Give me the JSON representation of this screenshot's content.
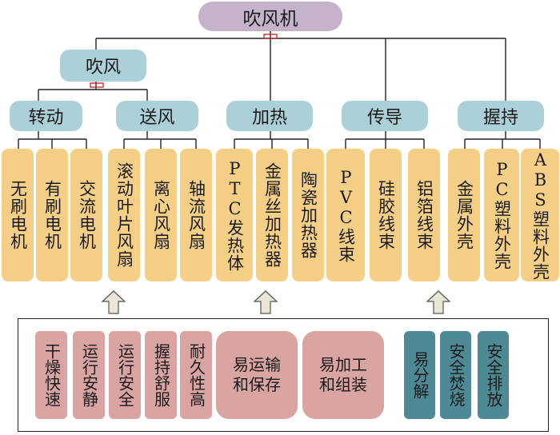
{
  "root": "吹风机",
  "group_blow": "吹风",
  "categories": {
    "rotate": "转动",
    "air": "送风",
    "heat": "加热",
    "conduct": "传导",
    "grip": "握持"
  },
  "leaves": {
    "brushless": "无刷电机",
    "brushed": "有刷电机",
    "ac": "交流电机",
    "scroll": "滚动叶片风扇",
    "centrifugal": "离心风扇",
    "axial": "轴流风扇",
    "ptc": "PTC发热体",
    "wire_heater": "金属丝加热器",
    "ceramic": "陶瓷加热器",
    "pvc": "PVC线束",
    "silicone": "硅胶线束",
    "foil": "铝箔线束",
    "metal_shell": "金属外壳",
    "pc_shell": "PC塑料外壳",
    "abs_shell": "ABS塑料外壳"
  },
  "advantages": {
    "dry_fast": "干燥快速",
    "quiet": "运行安静",
    "safe": "运行安全",
    "comfort": "握持舒服",
    "durable": "耐久性高",
    "transport": "易运输和保存",
    "process": "易加工和组装"
  },
  "disadvantages": {
    "decompose": "易分解",
    "incinerate": "安全焚烧",
    "discharge": "安全排放"
  },
  "colors": {
    "root": "#c5b3cc",
    "level1": "#acd0d8",
    "leaf": "#f6cf87",
    "advantage": "#d9a4a1",
    "disadvantage": "#4e8a96",
    "arrow": "#e8e6d6"
  }
}
